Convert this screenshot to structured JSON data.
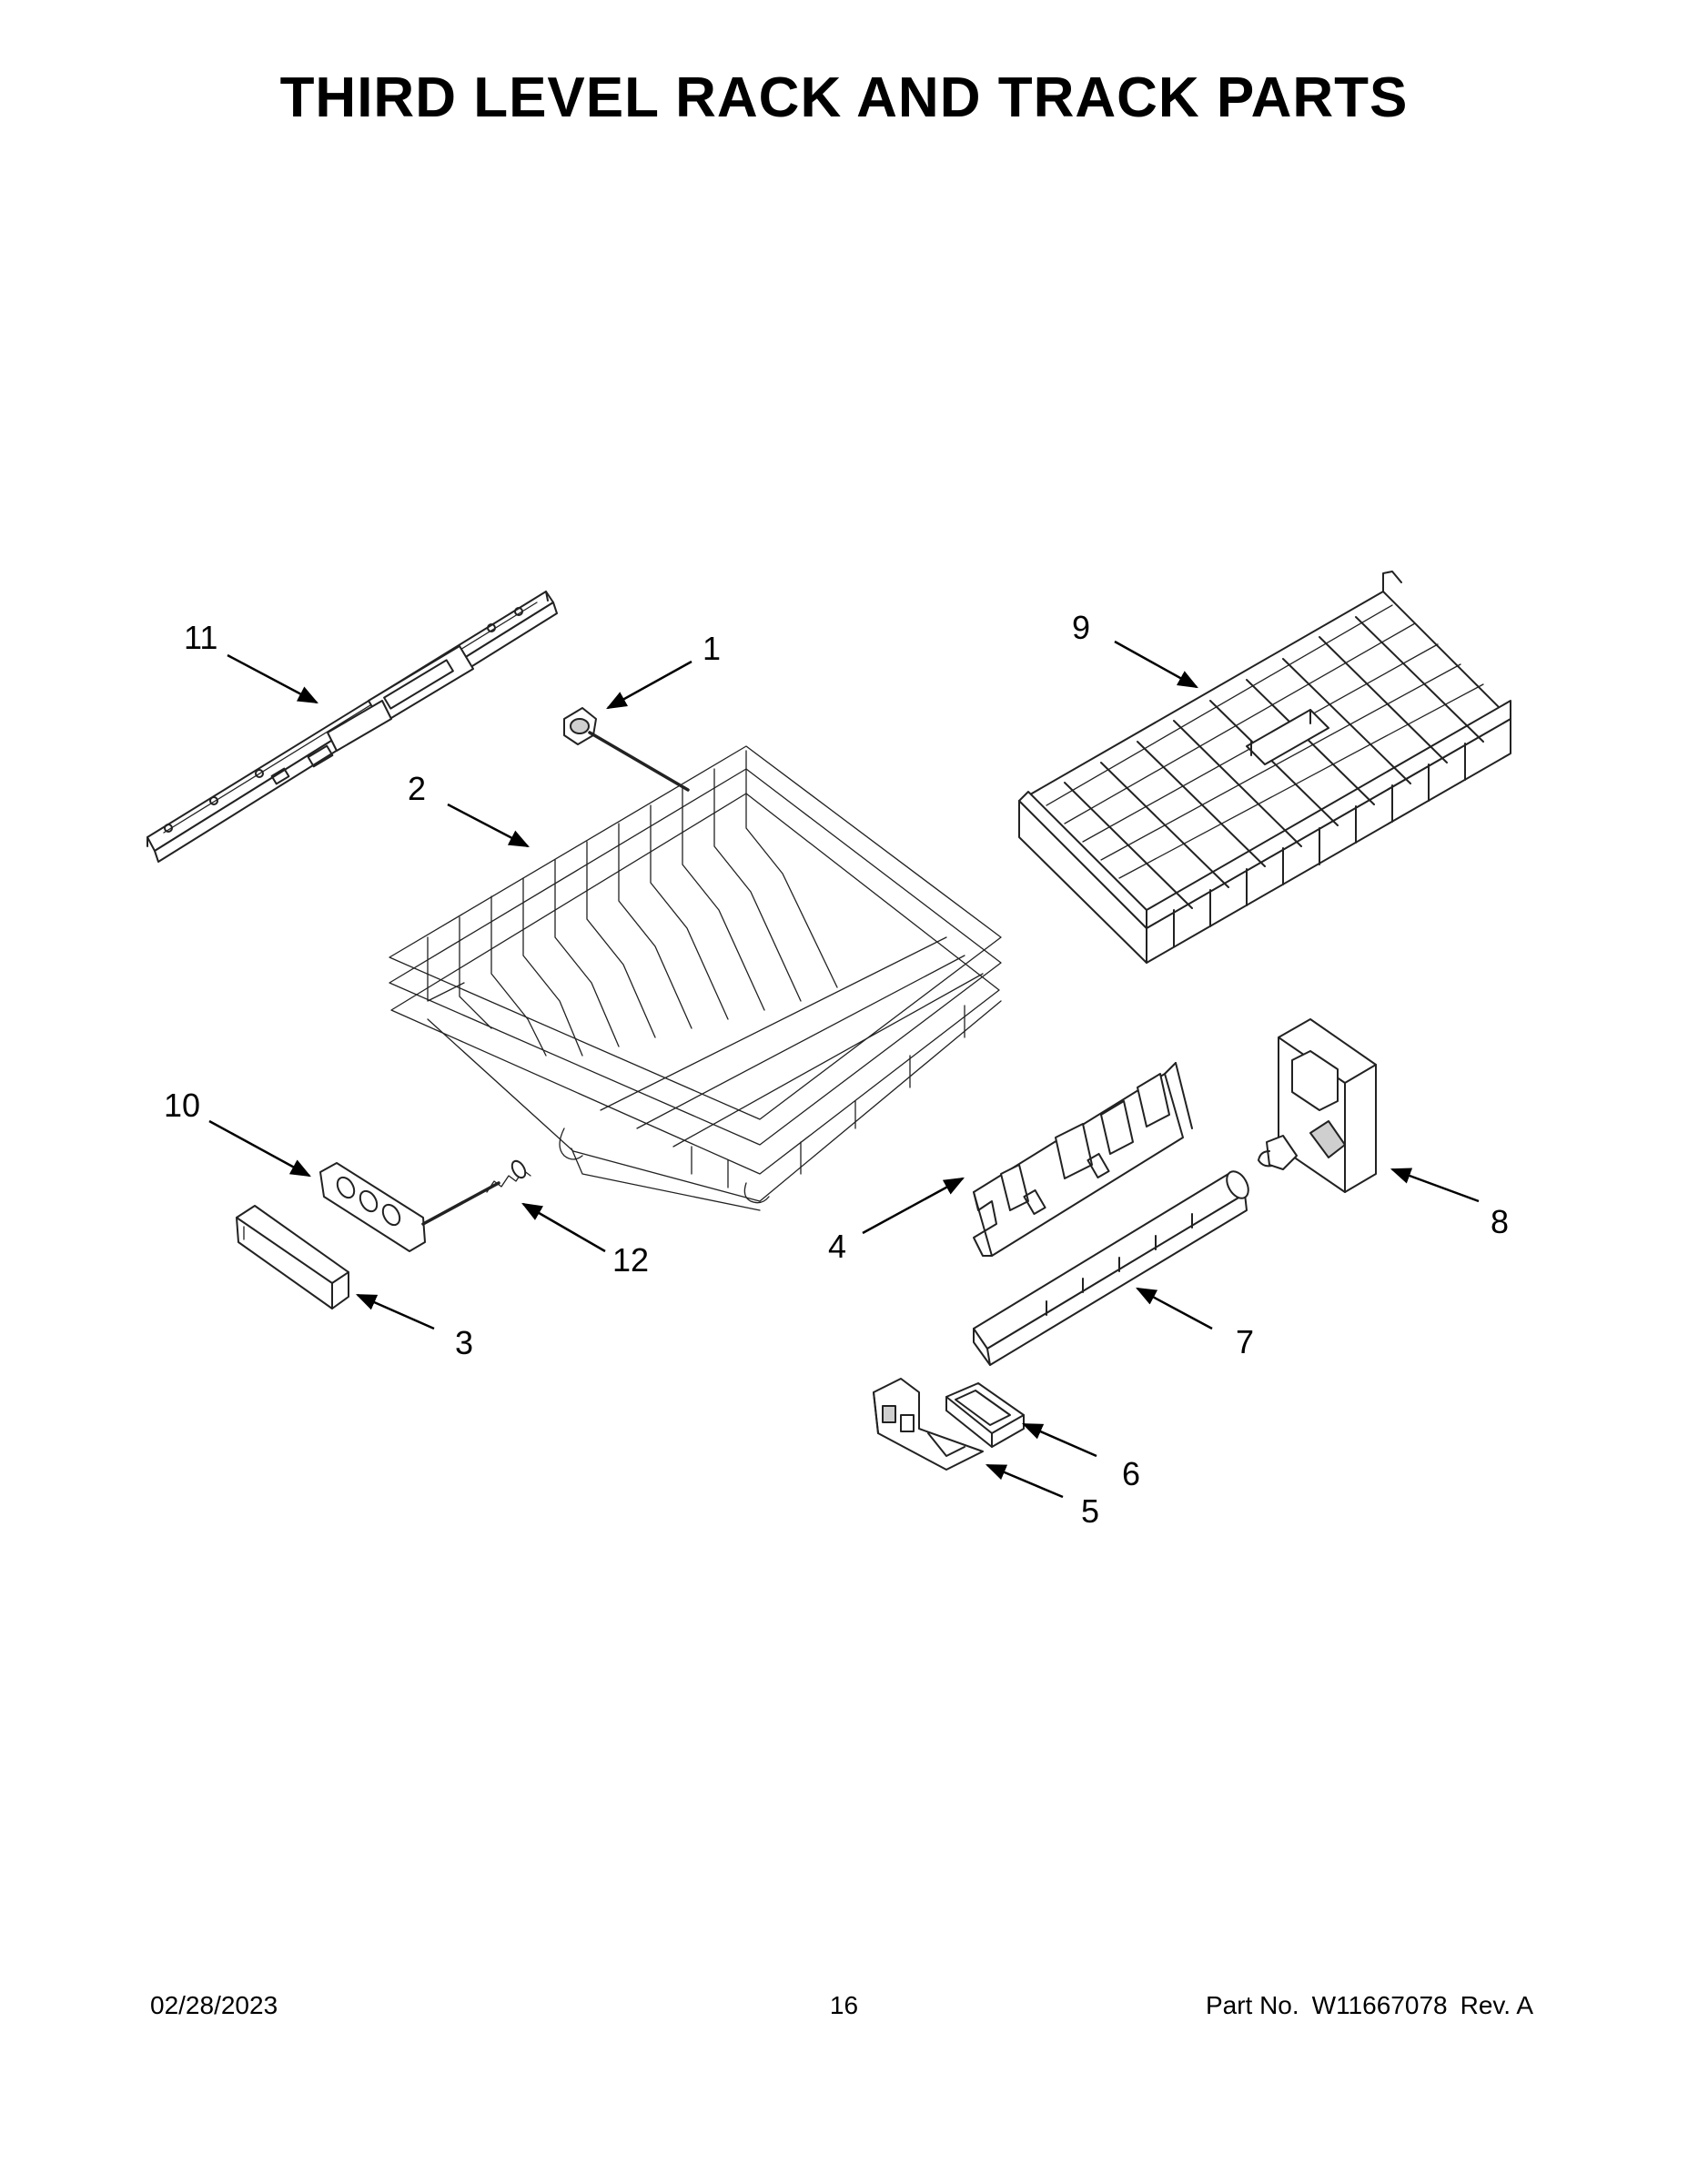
{
  "title": "THIRD LEVEL RACK AND TRACK PARTS",
  "callouts": [
    {
      "id": "1",
      "label": "1"
    },
    {
      "id": "2",
      "label": "2"
    },
    {
      "id": "3",
      "label": "3"
    },
    {
      "id": "4",
      "label": "4"
    },
    {
      "id": "5",
      "label": "5"
    },
    {
      "id": "6",
      "label": "6"
    },
    {
      "id": "7",
      "label": "7"
    },
    {
      "id": "8",
      "label": "8"
    },
    {
      "id": "9",
      "label": "9"
    },
    {
      "id": "10",
      "label": "10"
    },
    {
      "id": "11",
      "label": "11"
    },
    {
      "id": "12",
      "label": "12"
    }
  ],
  "footer": {
    "date": "02/28/2023",
    "page_number": "16",
    "part_label": "Part No.",
    "part_number": "W11667078",
    "revision": "Rev.  A"
  }
}
